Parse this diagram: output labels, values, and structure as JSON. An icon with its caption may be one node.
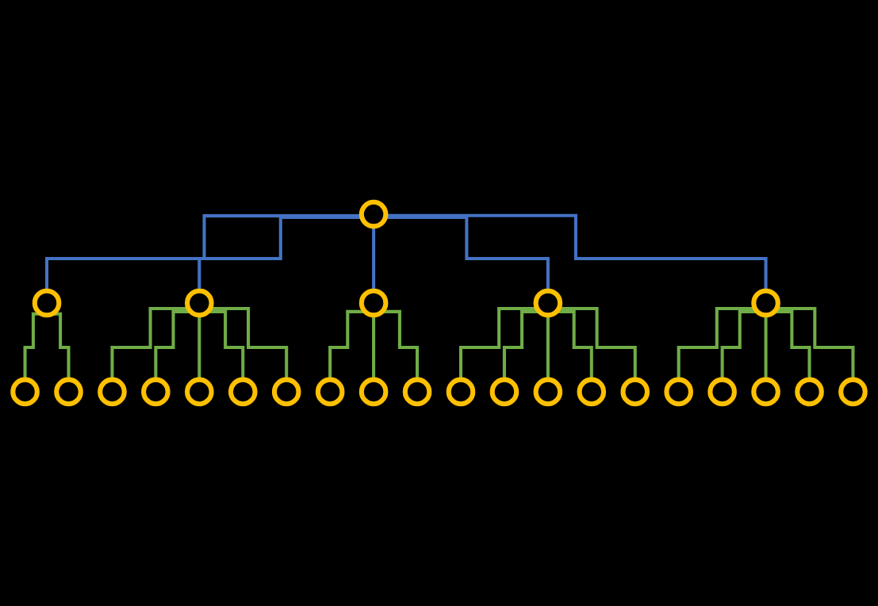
{
  "diagram": {
    "nodes": [
      {
        "text": [],
        "shape": "circle"
      },
      {
        "text": [],
        "shape": "circle"
      },
      {
        "text": [],
        "shape": "circle"
      },
      {
        "text": [],
        "shape": "circle"
      },
      {
        "text": [],
        "shape": "circle"
      },
      {
        "text": [],
        "shape": "circle"
      },
      {
        "text": [],
        "shape": "circle"
      },
      {
        "text": [],
        "shape": "circle"
      },
      {
        "text": [],
        "shape": "circle"
      },
      {
        "text": [],
        "shape": "circle"
      },
      {
        "text": [],
        "shape": "circle"
      },
      {
        "text": [],
        "shape": "circle"
      },
      {
        "text": [],
        "shape": "circle"
      },
      {
        "text": [],
        "shape": "circle"
      },
      {
        "text": [],
        "shape": "circle"
      },
      {
        "text": [],
        "shape": "circle"
      },
      {
        "text": [],
        "shape": "circle"
      },
      {
        "text": [],
        "shape": "circle"
      },
      {
        "text": [],
        "shape": "circle"
      },
      {
        "text": [],
        "shape": "circle"
      },
      {
        "text": [],
        "shape": "circle"
      },
      {
        "text": [],
        "shape": "circle"
      },
      {
        "text": [],
        "shape": "circle"
      },
      {
        "text": [],
        "shape": "circle"
      },
      {
        "text": [],
        "shape": "circle"
      },
      {
        "text": [],
        "shape": "circle"
      }
    ],
    "edges": [
      {
        "from": 0,
        "to": 1,
        "arrow": "none",
        "color": "#4472c4"
      },
      {
        "from": 0,
        "to": 2,
        "arrow": "none",
        "color": "#4472c4"
      },
      {
        "from": 0,
        "to": 3,
        "arrow": "none",
        "color": "#4472c4"
      },
      {
        "from": 0,
        "to": 4,
        "arrow": "none",
        "color": "#4472c4"
      },
      {
        "from": 0,
        "to": 5,
        "arrow": "none",
        "color": "#4472c4"
      },
      {
        "from": 1,
        "to": 6,
        "arrow": "none"
      },
      {
        "from": 1,
        "to": 7,
        "arrow": "none"
      },
      {
        "from": 2,
        "to": 8,
        "arrow": "none"
      },
      {
        "from": 2,
        "to": 9,
        "arrow": "none"
      },
      {
        "from": 2,
        "to": 10,
        "arrow": "none"
      },
      {
        "from": 2,
        "to": 11,
        "arrow": "none"
      },
      {
        "from": 2,
        "to": 12,
        "arrow": "none"
      },
      {
        "from": 3,
        "to": 13,
        "arrow": "none"
      },
      {
        "from": 3,
        "to": 14,
        "arrow": "none"
      },
      {
        "from": 3,
        "to": 15,
        "arrow": "none"
      },
      {
        "from": 4,
        "to": 16,
        "arrow": "none"
      },
      {
        "from": 4,
        "to": 17,
        "arrow": "none"
      },
      {
        "from": 4,
        "to": 18,
        "arrow": "none"
      },
      {
        "from": 4,
        "to": 19,
        "arrow": "none"
      },
      {
        "from": 4,
        "to": 20,
        "arrow": "none"
      },
      {
        "from": 5,
        "to": 21,
        "arrow": "none"
      },
      {
        "from": 5,
        "to": 22,
        "arrow": "none"
      },
      {
        "from": 5,
        "to": 23,
        "arrow": "none"
      },
      {
        "from": 5,
        "to": 24,
        "arrow": "none"
      },
      {
        "from": 5,
        "to": 25,
        "arrow": "none"
      }
    ]
  }
}
